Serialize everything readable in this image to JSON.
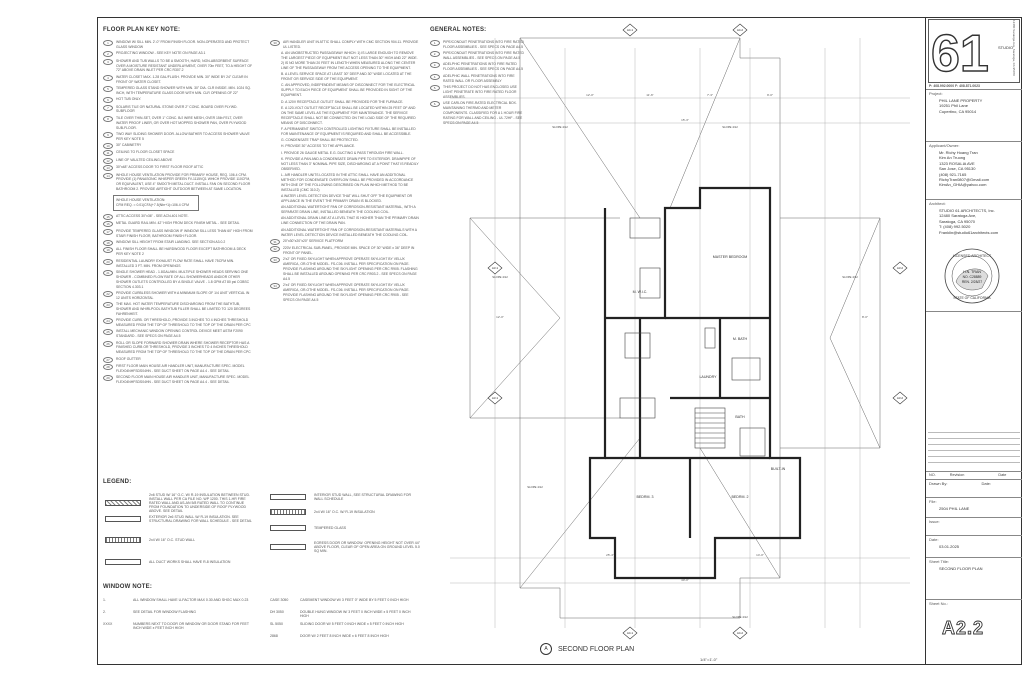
{
  "sheet": {
    "sections": {
      "key_notes": "FLOOR PLAN KEY NOTE:",
      "general_notes": "GENERAL NOTES:",
      "legend": "LEGEND:",
      "window_notes": "WINDOW NOTE:"
    },
    "key_notes_left": [
      {
        "k": "1",
        "t": "WINDOW W/ SILL MIN. 2'-0\" FROM FINISH FLOOR. NON-OPERATED AND PROTECT GLASS WINDOW"
      },
      {
        "k": "2",
        "t": "PROJECTING WINDOW - SEE KEY NOTE ON PAGE A3.1"
      },
      {
        "k": "3",
        "t": "SHOWER AND TUB WALLS TO BE A SMOOTH, HARD, NON-ABSORBENT SURFACE OVER A MOISTURE RESISTANT UNDERLAYMENT, OVER 70in FEET, TO A HEIGHT OF 72\" ABOVE DRAIN INLET PER CRC R307.2"
      },
      {
        "k": "4",
        "t": "WATER CLOSET MAX. 1.28 GAL/FLUSH. PROVIDE MIN. 30\" WIDE BY 24\" CLEAR IN FRONT OF WATER CLOSET."
      },
      {
        "k": "5",
        "t": "TEMPERED GLASS STAND SHOWER WITH MIN. 30\" DIA. CLR INSIDE. MIN. 1024 SQ. INCH, WITH TEMPERATURE GLASS DOOR WITH MIN. CLR OPENING OF 22\""
      },
      {
        "k": "6",
        "t": "HOT TUB ONLY."
      },
      {
        "k": "7",
        "t": "SOLARIS TILE OR NATURAL STONE OVER 2\" CONC. BOARD OVER PLYWD. SUBFLOOR"
      },
      {
        "k": "8",
        "t": "TILE OVER THIN-SET, OVER 1\" CONC. B/J WIRE MESH, OVER 15lb FELT, OVER WATER PROOF LINER, OR OVER HOT MOPPED SHOWER PAN, OVER PLYWOOD SUB-FLOOR."
      },
      {
        "k": "9",
        "t": "TWO WAY SLIDING SHOWER DOOR. ALLOW BATHER TO ACCESS SHOWER VALVE PER KEY NOTE 5"
      },
      {
        "k": "10",
        "t": "30\" CABINETRY"
      },
      {
        "k": "11",
        "t": "CEILING TO FLOOR CLOSET SPACE"
      },
      {
        "k": "12",
        "t": "LINE OF VAULTED CEILING ABOVE"
      },
      {
        "k": "13",
        "t": "30\"x48\" ACCESS DOOR TO FIRST FLOOR ROOF ATTIC"
      },
      {
        "k": "14",
        "t": "WHOLE HOUSE VENTILATION PROVIDE FOR PRIMARY HOUSE, REQ. 106.4 CFM. PROVIDE (1) PANASONIC WHISPER GREEN FV-1115VQ1 WHICH PROVIDE 110CFM, OR EQUIVALENT, USE 4\" SMOOTH METAL DUCT. INSTALL FAN ON SECOND FLOOR BATHROOM 2. PROVIDE AIRTIGHT OUTDOOR BETWEEN AT SAME LOCATION."
      },
      {
        "k": "15",
        "t": "ATTIC ACCESS 30\"x36\" - SEE ACN-401 NOTE."
      },
      {
        "k": "16",
        "t": "METAL GUARD RAIL MIN. 42\" HIGH FROM DECK FINISH METAL - SEE DETAIL"
      },
      {
        "k": "17",
        "t": "PROVIDE TEMPERED GLASS WINDOW IF WINDOW SILL LESS THAN 60\" HIGH FROM STAIR FINISH FLOOR, BATHROOM FINISH FLOOR."
      },
      {
        "k": "18",
        "t": "WINDOW SILL HEIGHT FROM STAIR LANDING. SEE SECTION A3.0.2"
      },
      {
        "k": "19",
        "t": "ALL FINISH FLOOR SHALL BE HARDWOOD FLOOR EXCEPT BATHROOM & DECK PER KEY NOTE 2"
      },
      {
        "k": "20",
        "t": "RESIDENTIAL LAUNDRY EXHAUST FLOW RATE SHALL HAVE 75CFM MIN. INSTALLED 3 FT. MIN. FROM OPENINGS"
      },
      {
        "k": "21",
        "t": "SINGLE SHOWER HEAD - 1.8GAL/MIN. MULTIPLE SHOWER HEADS SERVING ONE SHOWER - COMBINED FLOW RATE OF ALL SHOWERHEADS AND/OR OTHER SHOWER OUTLETS CONTROLLED BY A SINGLE VALVE - 1.8 GPM AT 80 psi CGBSC SECTION 4.303.1"
      },
      {
        "k": "22",
        "t": "PROVIDE CURBLESS SHOWER WITH A MINIMUM SLOPE OF 1/4 UNIT VERTICAL IN 12 UNITS HORIZONTAL"
      },
      {
        "k": "23",
        "t": "THE MAX. HOT WATER TEMPERATURE DISCHARGING FROM THE BATHTUB, SHOWER AND WHIRLPOOL BATHTUB FILLER SHALL BE LIMITED TO 120 DEGREES FAHRENHEIT."
      },
      {
        "k": "24",
        "t": "PROVIDE CURB. OR THRESHOLD, PROVIDE 3 INCHES TO 4 INCHES THRESHOLD MEASURED FROM THE TOP OF THRESHOLD TO THE TOP OF THE DRAIN PER CPC"
      },
      {
        "k": "25",
        "t": "INSTALL MECHANIC WINDOW OPENING CONTROL DEVICE MEET ASTM F2090 STANDARD - SEE SPECS ON PAGE A4.5"
      },
      {
        "k": "26",
        "t": "ROLL OR SLOPE FORWARD SHOWER DRAIN WHERE SHOWER RECEPTOR HAS A FINISHED CURB OR THRESHOLD, PROVIDE 3 INCHES TO 4 INCHES THRESHOLD MEASURED FROM THE TOP OF THRESHOLD TO THE TOP OF THE DRAIN PER CPC"
      },
      {
        "k": "27",
        "t": "ROOF GUTTER"
      },
      {
        "k": "28",
        "t": "FIRST FLOOR MAIN HOUSE AIR HANDLER UNIT, MANUFACTURE SPEC. MODEL FLEX04NHFSDS04HN - SEE DUCT SHEET ON PAGE A4.4 - SEE DETAIL"
      },
      {
        "k": "29",
        "t": "SECOND FLOOR MAIN HOUSE AIR HANDLER UNIT, MANUFACTURE SPEC. MODEL FLEX04NHFSDS04HN - SEE DUCT SHEET ON PAGE A4.4 - SEE DETAIL"
      }
    ],
    "ventilation_box": {
      "line1": "WHOLE HOUSE VENTILATION:",
      "line2": "CFM REQ. = 0.01(CFA)+7.5(Nbr+1)=106.4 CFM"
    },
    "key_notes_mid": [
      {
        "k": "30",
        "t": "AIR HANDLER UNIT IN ATTIC SHALL COMPLY WITH CMC SECTION 904.11. PROVIDE UL LISTED."
      },
      {
        "k": "",
        "t": "A. AN UNOBSTRUCTED PASSAGEWAY WHICH: 1) IS LARGE ENOUGH TO REMOVE THE LARGEST PIECE OF EQUIPMENT BUT NOT LESS THAN 30\" HIGH AND 22\" WIDE. 2) IS NO MORE THAN 20 FEET IN LENGTH WHEN MEASURED ALONG THE CENTER LINE OF THE PASSAGEWAY FROM THE ACCESS OPENING TO THE EQUIPMENT."
      },
      {
        "k": "",
        "t": "B. A LEVEL SERVICE SPACE AT LEAST 30\" DEEP AND 30\" WIDE LOCATED AT THE FRONT OR SERVICE SIDE OF THE EQUIPMENT."
      },
      {
        "k": "",
        "t": "C. AN APPROVED, INDEPENDENT MEANS OF DISCONNECT FOR THE ELECTRICAL SUPPLY TO EACH PIECE OF EQUIPMENT SHALL BE PROVIDED IN SIGHT OF THE EQUIPMENT."
      },
      {
        "k": "",
        "t": "D. A 120V RECEPTACLE OUTLET SHALL BE PROVIDED FOR THE FURNACE."
      },
      {
        "k": "",
        "t": "E. A 120-VOLT OUTLET RECEPTACLE SHALL BE LOCATED WITHIN 25 FEET OF AND ON THE SAME LEVEL AS THE EQUIPMENT FOR MAINTENANCE. THE SERVICE RECEPTACLE SHALL NOT BE CONNECTED ON THE LOAD SIDE OF THE REQUIRED MEANS OF DISCONNECT."
      },
      {
        "k": "",
        "t": "F. A PERMANENT SWITCH CONTROLLED LIGHTING FIXTURE SHALL BE INSTALLED FOR MAINTENANCE OF EQUIPMENT IS REQUIRED AND SHALL BE ACCESSIBLE."
      },
      {
        "k": "",
        "t": "G. CONDENSATE TRAP SHALL BE PROTECTED."
      },
      {
        "k": "",
        "t": "H. PROVIDE 30\" ACCESS TO THE APPLIANCE."
      },
      {
        "k": "",
        "t": "I. PROVIDE 26 GAUGE METAL E.G. DUCTING & PASS THROUGH FIRE WALL."
      },
      {
        "k": "",
        "t": "K. PROVIDE A PAN AND A CONDENSATE DRAIN PIPE TO EXTERIOR. DRAINPIPE OF NOT LESS THAN 3\" NOMINAL PIPE SIZE, DISCHARGING AT A POINT THAT IS READILY OBSERVED."
      },
      {
        "k": "",
        "t": "L. AIR HANDLER UNITS LOCATED IN THE ATTIC SHALL HAVE AN ADDITIONAL METHOD FOR CONDENSATE OVERFLOW SHALL BE PROVIDED IN ACCORDANCE WITH ONE OF THE FOLLOWING DESCRIBED ON PLAN WHICH METHOD TO BE INSTALLED (CMC 310.2)"
      },
      {
        "k": "",
        "t": "A WATER LEVEL DETECTION DEVICE THAT WILL SHUT OFF THE EQUIPMENT OR APPLIANCE IN THE EVENT THE PRIMARY DRAIN IS BLOCKED."
      },
      {
        "k": "",
        "t": "AN ADDITIONAL WATERTIGHT PAN OF CORROSION-RESISTANT MATERIAL, WITH A SEPARATE DRAIN LINE, INSTALLED BENEATH THE COOLING COIL."
      },
      {
        "k": "",
        "t": "AN ADDITIONAL DRAIN LINE AT A LEVEL THAT IS HIGHER THAN THE PRIMARY DRAIN LINE CONNECTION OF THE DRAIN PAN."
      },
      {
        "k": "",
        "t": "AN ADDITIONAL WATERTIGHT PAN OF CORROSION-RESISTANT MATERIALS WITH A WATER LEVEL DETECTION DEVICE INSTALLED BENEATH THE COOLING COIL."
      },
      {
        "k": "31",
        "t": "20\"x30\"x20\"x20\" SERVICE PLATFORM"
      },
      {
        "k": "32",
        "t": "220V ELECTRICAL SUB-PANEL, PROVIDE MIN. SPACE OF 30\" WIDE x 36\" DEEP IN FRONT OF PANEL."
      },
      {
        "k": "33",
        "t": "2'x2' OR FIXED SKYLIGHT WHEN APPROVE OPERATE SKYLIGHT BY VELUX AMERICA, OR-OTHE MODEL. FS-C06. INSTALL PER SPECIFICATION ON PAGE. PROVIDE FLASHING AROUND THE SKYLIGHT OPENING PER CRC R905. FLASHING SHALL BE INSTALLED AROUND OPENING PER CRC R903.2 - SEE SPECS ON PAGE A4.5"
      },
      {
        "k": "34",
        "t": "2'x4' OR FIXED SKYLIGHT WHEN APPROVE OPERATE SKYLIGHT BY VELUX AMERICA, OR-OTHE MODEL. FS-C06. INSTALL PER SPECIFICATION ON PAGE. PROVIDE FLASHING AROUND THE SKYLIGHT OPENING PER CRC R905 - SEE SPECS ON PAGE A4.5"
      }
    ],
    "general_notes_items": [
      {
        "k": "1.",
        "t": "PIPE/CONDUIT PENETRATIONS INTO FIRE RATED FLOOR ASSEMBLIES - SEE SPECS ON PAGE A4.5"
      },
      {
        "k": "2.",
        "t": "PIPE/CONDUIT PENETRATIONS INTO FIRE RATED WALL ASSEMBLIES - SEE SPECS ON PAGE A4.5"
      },
      {
        "k": "3.",
        "t": "ADELPHIC PENETRATIONS INTO FIRE RATED FLOOR ASSEMBLIES - SEE SPECS ON PAGE A4.5"
      },
      {
        "k": "4.",
        "t": "ADELPHIC WALL PENETRATIONS INTO FIRE RATED WALL OR FLOOR ASSEMBLY"
      },
      {
        "k": "5.",
        "t": "THIS PROJECT DO NOT HAS ENCLOSED USE LIGHT PENETRATE INTO FIRE RATED FLOOR ASSEMBLIES."
      },
      {
        "k": "6.",
        "t": "USE CARLON FIRE-RATED ELECTRICAL BOX. MAINTAINING THERMO AND METER COMPONENTS. CLASSIFIED FOR A 1 HOUR FIRE RATING FOR WALL AND CEILING - UL 72HF - SEE SPECS ON PAGE A4.5"
      }
    ],
    "legend_items": [
      {
        "t": "2x6 STUD W/ 16\" O.C. W/ R-19 INSULATION BETWEEN STUD. INSTALL WALL PER CA FILE NO. WP 1200. THIS 1-HR FIRE RATED WALL AND AS-AN 5/8 RATED WALL TO CONTINUE FROM FOUNDATION TO UNDERSIDE OF ROOF PLYWOOD ABOVE. SEE DETAIL"
      },
      {
        "t": "EXTERIOR 2x6 STUD WALL W/ R-19 INSULATION. SEE STRUCTURAL DRAWING FOR WALL SCHEDULE - SEE DETAIL"
      },
      {
        "t": "2x4 W/ 16\" O.C. STUD WALL"
      },
      {
        "t": "ALL DUCT WORKS SHALL HAVE R-8 INSULATION"
      }
    ],
    "legend_items_right": [
      {
        "t": "INTERIOR STUD WALL, SEE STRUCTURAL DRAWING FOR WALL SCHEDULE"
      },
      {
        "t": "2x4 W/ 16\" O.C. W/ R-19 INSULATION"
      },
      {
        "t": "TEMPERED GLASS"
      },
      {
        "t": "EGRESS DOOR OR WINDOW. OPENING HEIGHT NOT OVER 44\" ABOVE FLOOR, CLEAR OF OPEN AREA ON GROUND LEVEL 5.0 SQ MIN."
      }
    ],
    "window_note_items": [
      {
        "k": "1.",
        "t": "ALL WINDOW SHALL HAVE U-FACTOR MAX 0.30 AND SHGC MAX 0.23"
      },
      {
        "k": "2.",
        "t": "SEE DETAIL FOR WINDOW FLASHING"
      },
      {
        "k": "XXXX",
        "t": "NUMBERS NEXT TO DOOR OR WINDOW OR DOOR STAND FOR FEET INCH WIDE x FEET INCH HIGH"
      }
    ],
    "window_note_right": [
      {
        "k": "CASE 3050",
        "t": "CASEMENT WINDOW W/ 3 FEET 0\" WIDE BY 5 FEET 0 INCH HIGH"
      },
      {
        "k": "DH 3050",
        "t": "DOUBLE HUNG WINDOW W/ 3 FEET 0 INCH WIDE x 5 FEET 0 INCH HIGH"
      },
      {
        "k": "SL 5050",
        "t": "SLIDING DOOR W/ 5 FEET 0 INCH WIDE x 5 FEET 0 INCH HIGH"
      },
      {
        "k": "2868",
        "t": "DOOR W/ 2 FEET 8 INCH WIDE x 6 FEET 8 INCH HIGH"
      }
    ]
  },
  "title_block": {
    "logo_number": "61",
    "logo_word": "STUDIO",
    "logo_side": "12480 Saratoga Ave, Saratoga, CA 95070",
    "phone_line": "P: 408.992.0000  F: 408.871.0023",
    "project_label": "Project:",
    "project_lines": [
      "PHIL LANE PROPERTY",
      "19251 Phil Lane",
      "Cupertino, CA 95014"
    ],
    "owner_label": "Applicant/Owner:",
    "owner_lines": [
      "Mr. Richy Hoang Tran",
      "Kim An Truong",
      "1323 ROSALIA AVE",
      "San Jose, CA 95130",
      "(408) 921-7165",
      "RichyTran0807@Gmail.com",
      "KimAn_GHIA@yahoo.com"
    ],
    "architect_label": "Architect:",
    "architect_lines": [
      "STUDIO 61 ARCHITECTS, Inc.",
      "12480 Saratoga Ave,",
      "Saratoga, CA 95070",
      "T: (408) 992.5020",
      "Franklin@studio61architects.com"
    ],
    "stamp": {
      "top": "LICENSED ARCHITECT",
      "name": "H.N. TRAN",
      "no": "NO. C28889",
      "ren": "REN. 2/28/27",
      "bottom": "STATE OF CALIFORNIA"
    },
    "revision_headers": {
      "no": "NO.",
      "rev": "Revision",
      "date": "Date"
    },
    "drawn_by_label": "Drawn By:",
    "date_small_label": "Date:",
    "file_label": "File:",
    "file_value": "2504 PHIL LANE",
    "issue_label": "Issue:",
    "date_label": "Date:",
    "date_value": "03.01.2025",
    "sheet_title_label": "Sheet Title:",
    "sheet_title_value": "SECOND FLOOR PLAN",
    "sheet_no_label": "Sheet No.:",
    "sheet_no_value": "A2.2"
  },
  "plan": {
    "title_letter": "A",
    "title": "SECOND FLOOR PLAN",
    "scale": "1/4\"=1'-0\"",
    "rooms": [
      {
        "name": "MASTER BEDROOM"
      },
      {
        "name": "M. W.I.C."
      },
      {
        "name": "M. BATH"
      },
      {
        "name": "BATH"
      },
      {
        "name": "BEDRM. 3"
      },
      {
        "name": "BEDRM. 2"
      },
      {
        "name": "BUILT-IN"
      },
      {
        "name": "LAUNDRY"
      }
    ],
    "slope_label": "SLOPE 4/12",
    "grid_tags": [
      "A4.1",
      "A4.2",
      "A3.1",
      "A3.2",
      "A4.1",
      "A4.2",
      "A3.1",
      "A3.2"
    ],
    "dims": [
      "12'-0\"",
      "11'-6\"",
      "7'-3\"",
      "9'-0\"",
      "15'-3\"",
      "40'-0\"",
      "25'-4\"",
      "14'-0\"",
      "12'-0\"",
      "8'-0\""
    ]
  }
}
